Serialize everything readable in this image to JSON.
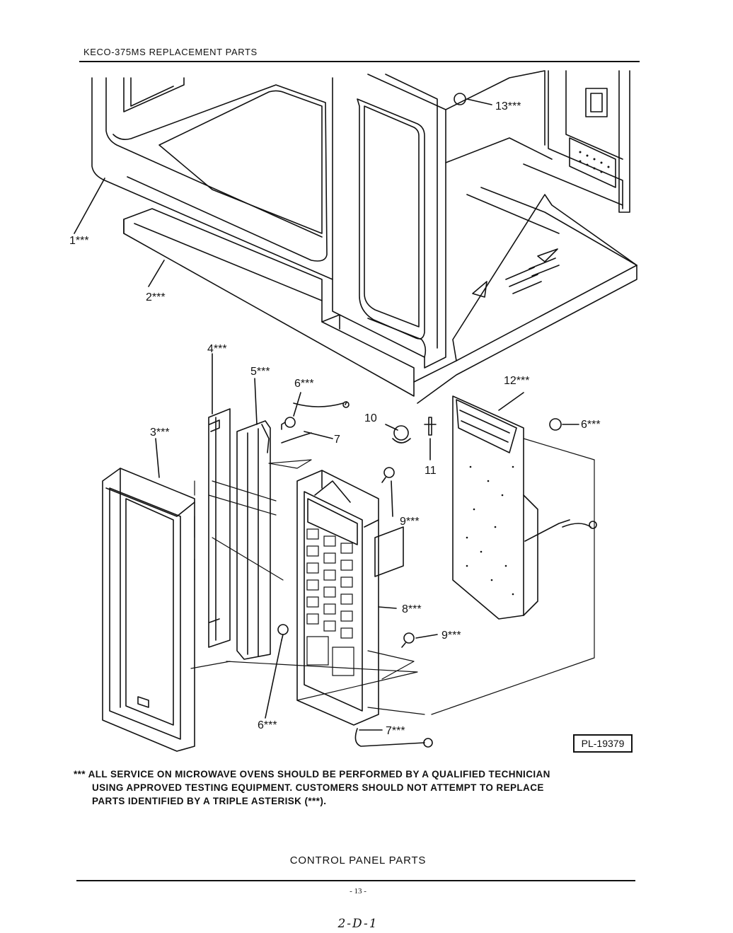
{
  "header": {
    "title": "KECO-375MS REPLACEMENT PARTS"
  },
  "parts": [
    {
      "id": "1",
      "label": "1***"
    },
    {
      "id": "2",
      "label": "2***"
    },
    {
      "id": "3",
      "label": "3***"
    },
    {
      "id": "4",
      "label": "4***"
    },
    {
      "id": "5",
      "label": "5***"
    },
    {
      "id": "6a",
      "label": "6***"
    },
    {
      "id": "6b",
      "label": "6***"
    },
    {
      "id": "6c",
      "label": "6***"
    },
    {
      "id": "7a",
      "label": "7"
    },
    {
      "id": "7b",
      "label": "7***"
    },
    {
      "id": "8",
      "label": "8***"
    },
    {
      "id": "9a",
      "label": "9***"
    },
    {
      "id": "9b",
      "label": "9***"
    },
    {
      "id": "10",
      "label": "10"
    },
    {
      "id": "11",
      "label": "11"
    },
    {
      "id": "12",
      "label": "12***"
    },
    {
      "id": "13",
      "label": "13***"
    }
  ],
  "plate_number": "PL-19379",
  "note": {
    "line1": "*** ALL SERVICE ON MICROWAVE OVENS SHOULD BE PERFORMED BY A QUALIFIED TECHNICIAN",
    "line2": "USING APPROVED TESTING EQUIPMENT. CUSTOMERS SHOULD NOT ATTEMPT TO REPLACE",
    "line3": "PARTS IDENTIFIED BY A TRIPLE ASTERISK (***)."
  },
  "section_title": "CONTROL PANEL PARTS",
  "page_number": "- 13 -",
  "handwritten_code": "2-D-1"
}
